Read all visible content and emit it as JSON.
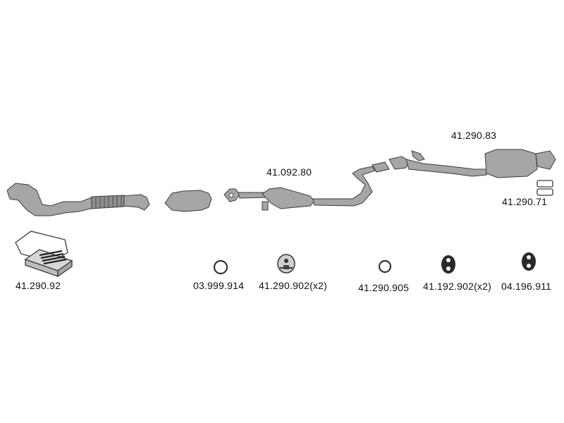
{
  "colors": {
    "part_fill": "#a6a6a6",
    "part_stroke": "#3a3a3a",
    "dark_part": "#222222",
    "label_text": "#111111",
    "background": "#ffffff"
  },
  "parts": {
    "front_pipe": {
      "icon": "front-pipe-icon"
    },
    "catalytic_converter": {
      "icon": "catalytic-converter-icon"
    },
    "middle_silencer": {
      "code": "41.092.80",
      "icon": "middle-silencer-icon"
    },
    "rear_silencer": {
      "code": "41.290.83",
      "icon": "rear-silencer-icon"
    },
    "tail_trims": {
      "code": "41.290.71",
      "icon": "tail-trim-icon"
    },
    "mounting_kit": {
      "code": "41.290.92",
      "icon": "mounting-kit-box-icon"
    }
  },
  "accessories": [
    {
      "code": "03.999.914",
      "icon": "sealing-ring-icon"
    },
    {
      "code": "41.290.902(x2)",
      "icon": "rubber-hanger-icon"
    },
    {
      "code": "41.290.905",
      "icon": "sealing-ring-icon"
    },
    {
      "code": "41.192.902(x2)",
      "icon": "rubber-mount-icon"
    },
    {
      "code": "04.196.911",
      "icon": "rubber-mount-icon"
    }
  ]
}
